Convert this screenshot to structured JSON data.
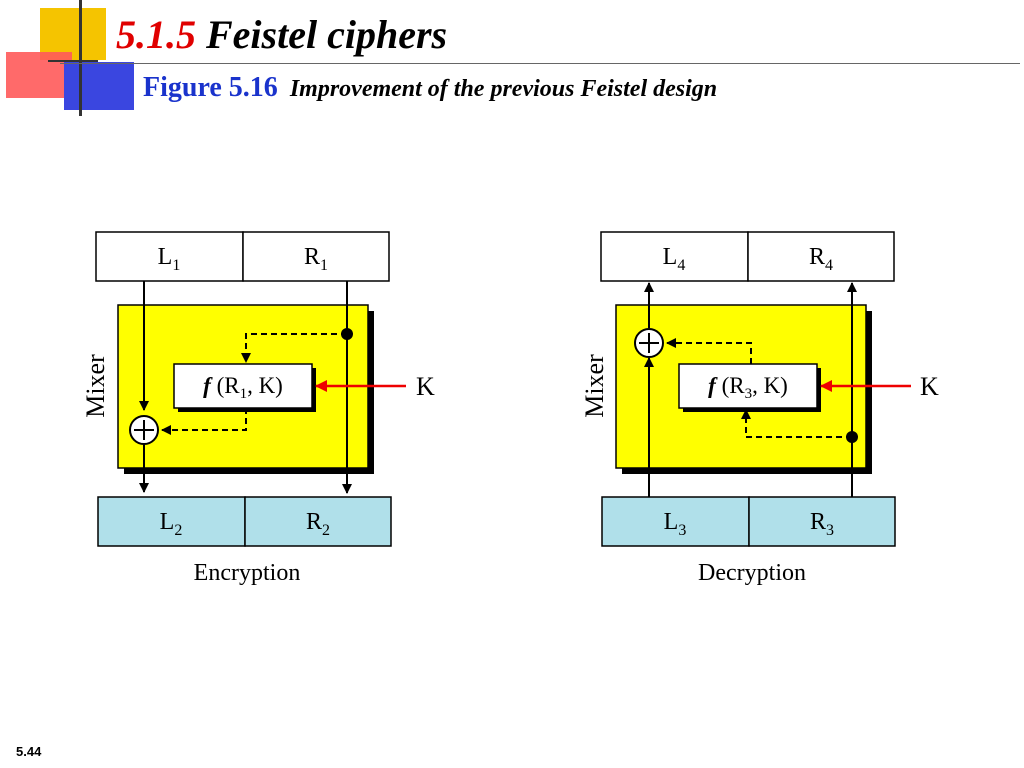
{
  "slide": {
    "section_number": "5.1.5",
    "title": "Feistel ciphers",
    "figure_label": "Figure 5.16",
    "figure_caption": "Improvement of the previous Feistel design",
    "page_number": "5.44"
  },
  "colors": {
    "title_number": "#e00000",
    "figure_label": "#1a33cc",
    "mixer_fill": "#ffff00",
    "bottom_box_fill": "#b0e0ea",
    "key_arrow": "#ee0000",
    "deco_yellow": "#f5c400",
    "deco_red": "#ff5a5a",
    "deco_blue": "#3a46e0"
  },
  "encryption": {
    "caption": "Encryption",
    "mixer_label": "Mixer",
    "key_label": "K",
    "function": {
      "f": "f",
      "open": " (R",
      "sub": "1",
      "rest": ", K)"
    },
    "top": {
      "left": {
        "base": "L",
        "sub": "1"
      },
      "right": {
        "base": "R",
        "sub": "1"
      }
    },
    "bottom": {
      "left": {
        "base": "L",
        "sub": "2"
      },
      "right": {
        "base": "R",
        "sub": "2"
      }
    }
  },
  "decryption": {
    "caption": "Decryption",
    "mixer_label": "Mixer",
    "key_label": "K",
    "function": {
      "f": "f",
      "open": " (R",
      "sub": "3",
      "rest": ", K)"
    },
    "top": {
      "left": {
        "base": "L",
        "sub": "4"
      },
      "right": {
        "base": "R",
        "sub": "4"
      }
    },
    "bottom": {
      "left": {
        "base": "L",
        "sub": "3"
      },
      "right": {
        "base": "R",
        "sub": "3"
      }
    }
  }
}
